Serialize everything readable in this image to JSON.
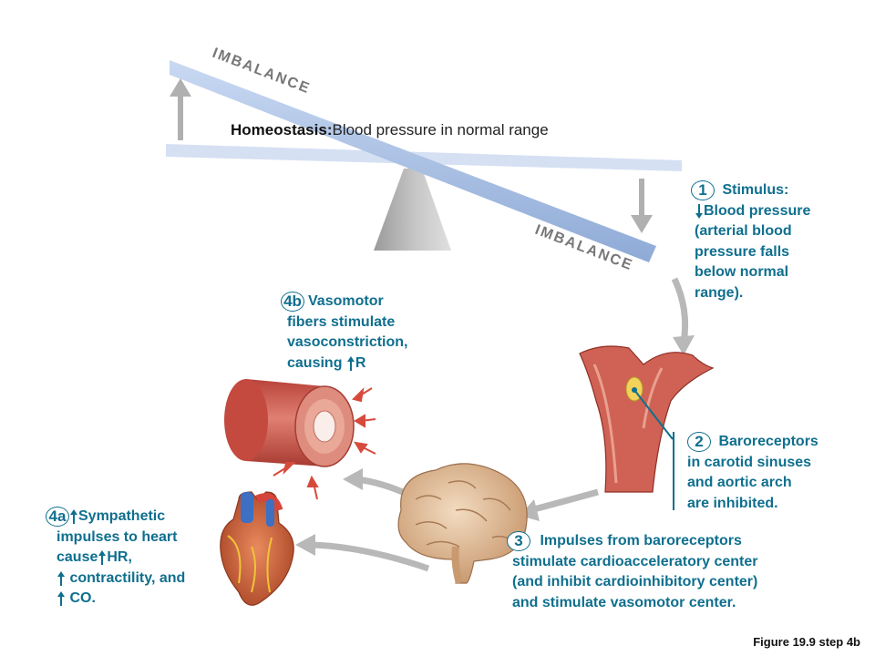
{
  "seesaw": {
    "top_label": "IMBALANCE",
    "bottom_label": "IMBALANCE"
  },
  "heading": {
    "bold": "Homeostasis:",
    "text": "Blood pressure in normal range"
  },
  "step1": {
    "number": "1",
    "title": "Stimulus:",
    "lines": [
      "Blood pressure",
      "(arterial blood",
      "pressure falls",
      "below normal",
      "range)."
    ]
  },
  "step2": {
    "number": "2",
    "lines": [
      "Baroreceptors",
      "in carotid sinuses",
      "and aortic arch",
      "are inhibited."
    ]
  },
  "step3": {
    "number": "3",
    "lines": [
      "Impulses from baroreceptors",
      "stimulate cardioacceleratory center",
      "(and inhibit cardioinhibitory center)",
      "and stimulate vasomotor center."
    ]
  },
  "step4a": {
    "number": "4a",
    "lines": [
      "Sympathetic",
      "impulses to heart",
      "cause",
      "HR,",
      "contractility, and",
      "CO."
    ]
  },
  "step4b": {
    "number": "4b",
    "lines": [
      "Vasomotor",
      "fibers stimulate",
      "vasoconstriction,",
      "causing",
      "R"
    ]
  },
  "caption": "Figure 19.9 step 4b",
  "colors": {
    "teal_text": "#0f6f8e",
    "beam_blue": "#a9c3e8",
    "gray_arrow": "#b8b8b8",
    "vessel_red": "#c8574c",
    "brain_tan": "#e8c7a4"
  }
}
